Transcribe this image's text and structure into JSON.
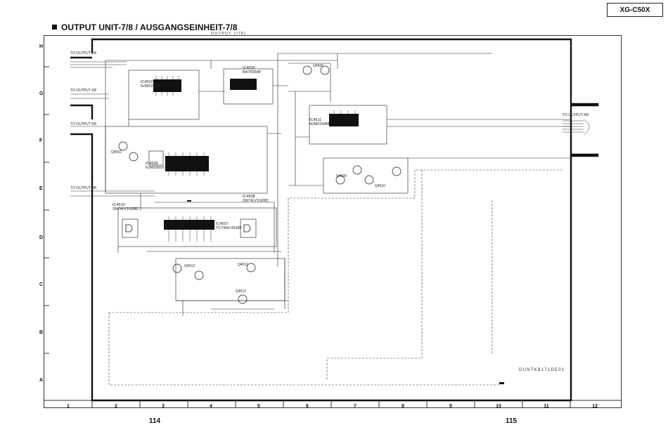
{
  "model": "XG-C50X",
  "title": "OUTPUT UNIT-7/8 / AUSGANGSEINHEIT-7/8",
  "subtitle": "OUTPUT (7/8)",
  "rows": [
    "H",
    "G",
    "F",
    "E",
    "D",
    "C",
    "B",
    "A"
  ],
  "columns": [
    "1",
    "2",
    "3",
    "4",
    "5",
    "6",
    "7",
    "8",
    "9",
    "10",
    "11",
    "12"
  ],
  "pages": [
    "114",
    "115"
  ],
  "board_code": "DUNTKB171DE01",
  "connector_labels": {
    "to_output_left_1": "TO OUTPUT 1/8",
    "to_output_left_2": "TO OUTPUT 2/8",
    "to_output_left_3": "TO OUTPUT 5/8",
    "to_output_left_4": "TO OUTPUT 3/8",
    "to_output_right": "TO OUTPUT 8/8"
  },
  "ics": [
    {
      "ref": "IC4502",
      "part": "NJM2244M"
    },
    {
      "ref": "IC4505",
      "part": "BA7655AF"
    },
    {
      "ref": "IC4511",
      "part": "NJM2244M"
    },
    {
      "ref": "IC4506",
      "part": "NJM2060V"
    },
    {
      "ref": "IC4508",
      "part": "SN74LV1G08C"
    },
    {
      "ref": "IC4510",
      "part": "SN74LV1G08C"
    },
    {
      "ref": "IC4507",
      "part": "TC74HC4538F"
    }
  ],
  "transistors": {
    "q4506": "Q4506",
    "q4502": "Q4502",
    "q4509": "Q4509",
    "q4510": "Q4510",
    "q4511": "Q4511",
    "q4512": "Q4512",
    "q4513": "Q4513"
  }
}
